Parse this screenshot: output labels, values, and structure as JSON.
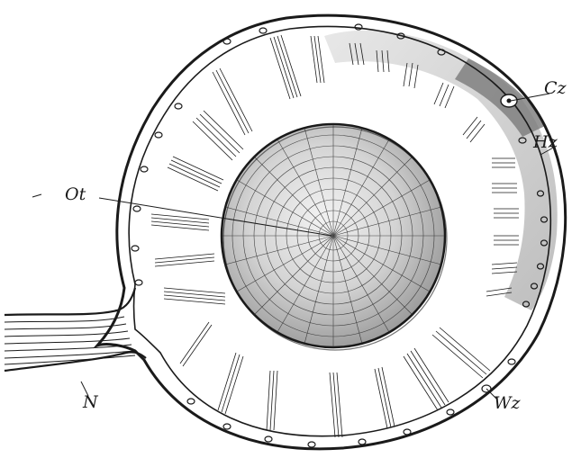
{
  "labels": {
    "ot": "Ot",
    "cz": "Cz",
    "hz": "Hz",
    "wz": "Wz",
    "n": "N"
  },
  "colors": {
    "ink": "#1a1a1a",
    "paper": "#ffffff",
    "lens_fill": "#d6d6d6",
    "sensory_band": "#c9c9c9",
    "dark_band": "#8a8a8a"
  }
}
